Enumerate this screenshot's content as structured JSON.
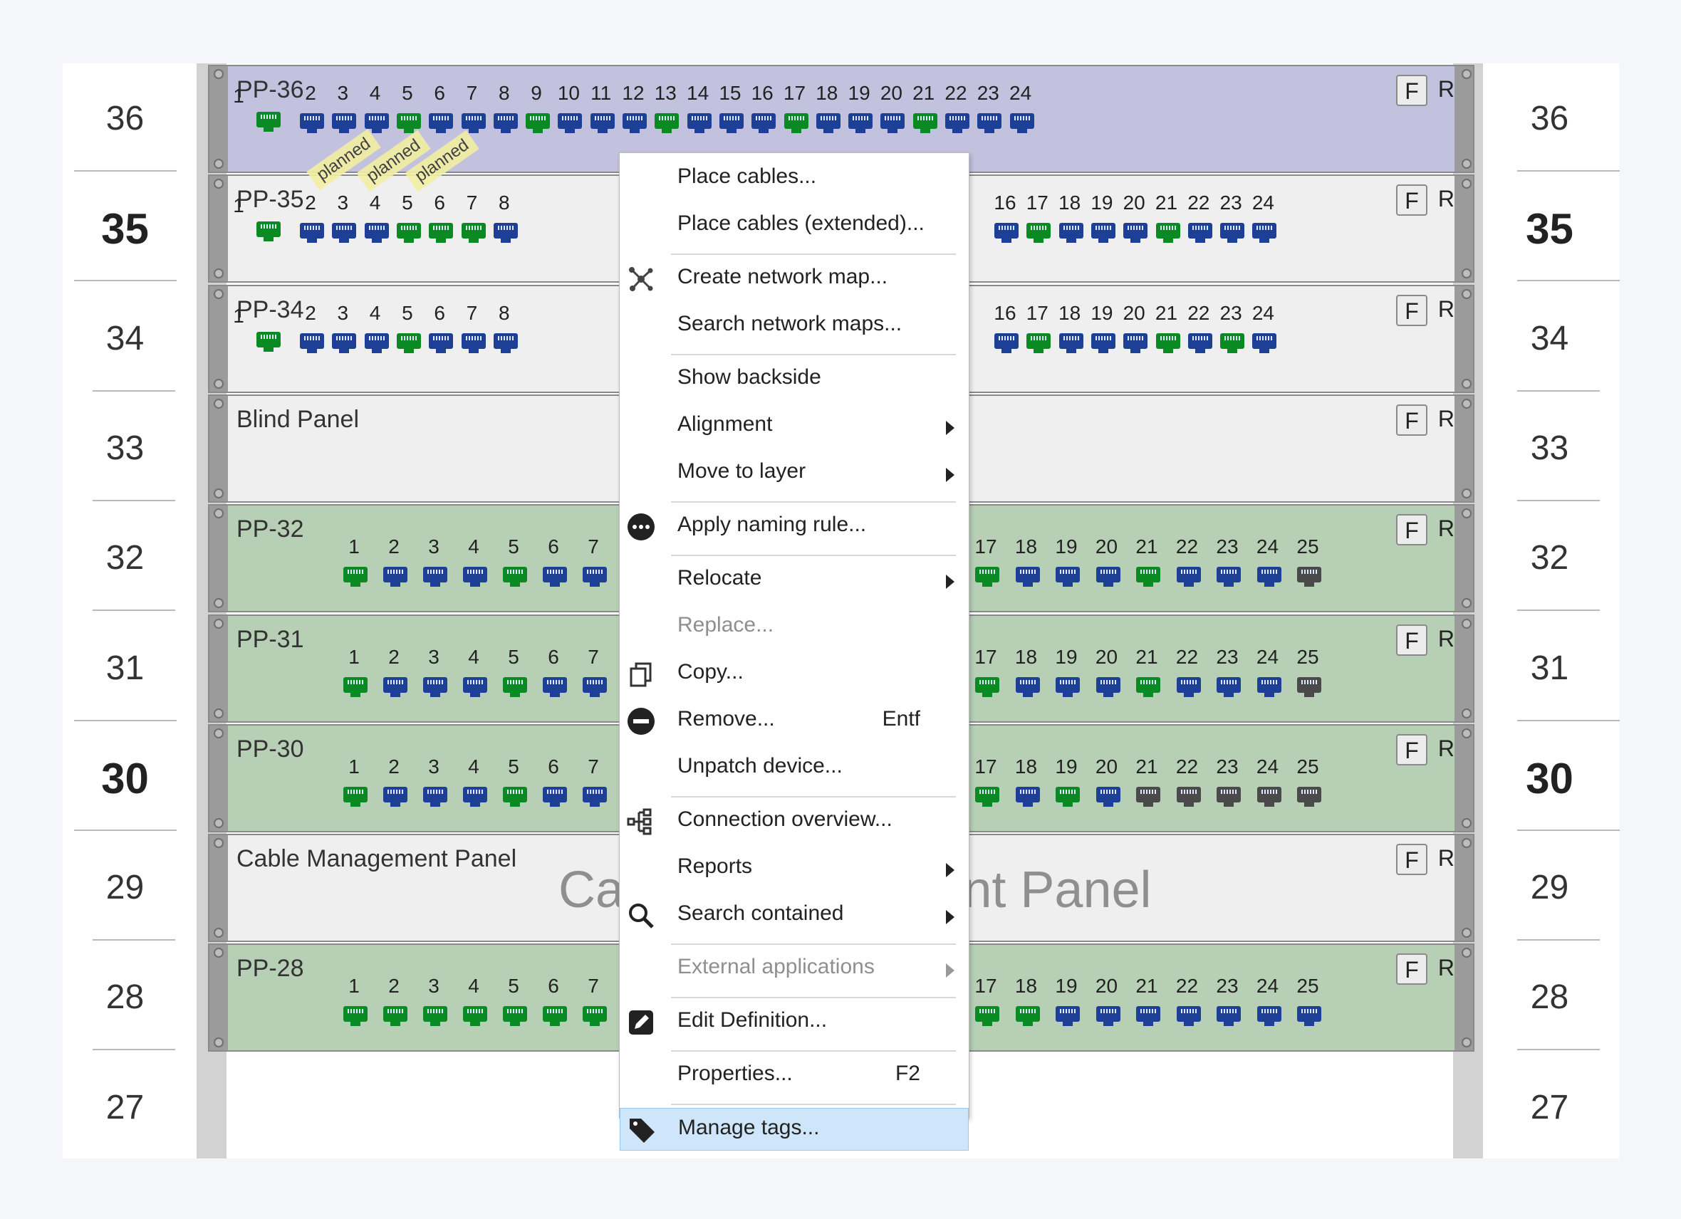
{
  "rack": {
    "units_left": [
      {
        "label": "36",
        "bold": false
      },
      {
        "label": "35",
        "bold": true
      },
      {
        "label": "34",
        "bold": false
      },
      {
        "label": "33",
        "bold": false
      },
      {
        "label": "32",
        "bold": false
      },
      {
        "label": "31",
        "bold": false
      },
      {
        "label": "30",
        "bold": true
      },
      {
        "label": "29",
        "bold": false
      },
      {
        "label": "28",
        "bold": false
      },
      {
        "label": "27",
        "bold": false
      }
    ],
    "devices": [
      {
        "name": "PP-36",
        "color": "purple",
        "port_prefix": "1",
        "ports": [
          [
            "2",
            "blue"
          ],
          [
            "3",
            "blue"
          ],
          [
            "4",
            "blue"
          ],
          [
            "5",
            "green"
          ],
          [
            "6",
            "blue"
          ],
          [
            "7",
            "blue"
          ],
          [
            "8",
            "blue"
          ],
          [
            "9",
            "green"
          ],
          [
            "10",
            "blue"
          ],
          [
            "11",
            "blue"
          ],
          [
            "12",
            "blue"
          ],
          [
            "13",
            "green"
          ],
          [
            "14",
            "blue"
          ],
          [
            "15",
            "blue"
          ],
          [
            "16",
            "blue"
          ],
          [
            "17",
            "green"
          ],
          [
            "18",
            "blue"
          ],
          [
            "19",
            "blue"
          ],
          [
            "20",
            "blue"
          ],
          [
            "21",
            "green"
          ],
          [
            "22",
            "blue"
          ],
          [
            "23",
            "blue"
          ],
          [
            "24",
            "blue"
          ]
        ],
        "first_jack": "green"
      },
      {
        "name": "PP-35",
        "color": "plain",
        "port_prefix": "1",
        "ports_left": [
          [
            "2",
            "blue"
          ],
          [
            "3",
            "blue"
          ],
          [
            "4",
            "blue"
          ],
          [
            "5",
            "green"
          ],
          [
            "6",
            "green"
          ],
          [
            "7",
            "green"
          ],
          [
            "8",
            "blue"
          ]
        ],
        "ports_right": [
          [
            "16",
            "blue"
          ],
          [
            "17",
            "green"
          ],
          [
            "18",
            "blue"
          ],
          [
            "19",
            "blue"
          ],
          [
            "20",
            "blue"
          ],
          [
            "21",
            "green"
          ],
          [
            "22",
            "blue"
          ],
          [
            "23",
            "blue"
          ],
          [
            "24",
            "blue"
          ]
        ],
        "first_jack": "green"
      },
      {
        "name": "PP-34",
        "color": "plain",
        "port_prefix": "1",
        "ports_left": [
          [
            "2",
            "blue"
          ],
          [
            "3",
            "blue"
          ],
          [
            "4",
            "blue"
          ],
          [
            "5",
            "green"
          ],
          [
            "6",
            "blue"
          ],
          [
            "7",
            "blue"
          ],
          [
            "8",
            "blue"
          ]
        ],
        "ports_right": [
          [
            "16",
            "blue"
          ],
          [
            "17",
            "green"
          ],
          [
            "18",
            "blue"
          ],
          [
            "19",
            "blue"
          ],
          [
            "20",
            "blue"
          ],
          [
            "21",
            "green"
          ],
          [
            "22",
            "blue"
          ],
          [
            "23",
            "green"
          ],
          [
            "24",
            "blue"
          ]
        ],
        "first_jack": "green"
      },
      {
        "name": "Blind Panel",
        "color": "plain"
      },
      {
        "name": "PP-32",
        "color": "green",
        "ports_left": [
          [
            "1",
            "green"
          ],
          [
            "2",
            "blue"
          ],
          [
            "3",
            "blue"
          ],
          [
            "4",
            "blue"
          ],
          [
            "5",
            "green"
          ],
          [
            "6",
            "blue"
          ],
          [
            "7",
            "blue"
          ]
        ],
        "ports_right": [
          [
            "17",
            "green"
          ],
          [
            "18",
            "blue"
          ],
          [
            "19",
            "blue"
          ],
          [
            "20",
            "blue"
          ],
          [
            "21",
            "green"
          ],
          [
            "22",
            "blue"
          ],
          [
            "23",
            "blue"
          ],
          [
            "24",
            "blue"
          ],
          [
            "25",
            "gray"
          ]
        ]
      },
      {
        "name": "PP-31",
        "color": "green",
        "ports_left": [
          [
            "1",
            "green"
          ],
          [
            "2",
            "blue"
          ],
          [
            "3",
            "blue"
          ],
          [
            "4",
            "blue"
          ],
          [
            "5",
            "green"
          ],
          [
            "6",
            "blue"
          ],
          [
            "7",
            "blue"
          ]
        ],
        "ports_right": [
          [
            "17",
            "green"
          ],
          [
            "18",
            "blue"
          ],
          [
            "19",
            "blue"
          ],
          [
            "20",
            "blue"
          ],
          [
            "21",
            "green"
          ],
          [
            "22",
            "blue"
          ],
          [
            "23",
            "blue"
          ],
          [
            "24",
            "blue"
          ],
          [
            "25",
            "gray"
          ]
        ]
      },
      {
        "name": "PP-30",
        "color": "green",
        "ports_left": [
          [
            "1",
            "green"
          ],
          [
            "2",
            "blue"
          ],
          [
            "3",
            "blue"
          ],
          [
            "4",
            "blue"
          ],
          [
            "5",
            "green"
          ],
          [
            "6",
            "blue"
          ],
          [
            "7",
            "blue"
          ]
        ],
        "ports_right": [
          [
            "17",
            "green"
          ],
          [
            "18",
            "blue"
          ],
          [
            "19",
            "green"
          ],
          [
            "20",
            "blue"
          ],
          [
            "21",
            "gray"
          ],
          [
            "22",
            "gray"
          ],
          [
            "23",
            "gray"
          ],
          [
            "24",
            "gray"
          ],
          [
            "25",
            "gray"
          ]
        ]
      },
      {
        "name": "Cable Management Panel",
        "color": "plain",
        "watermark": "Cable Management Panel"
      },
      {
        "name": "PP-28",
        "color": "green",
        "ports_left": [
          [
            "1",
            "green"
          ],
          [
            "2",
            "green"
          ],
          [
            "3",
            "green"
          ],
          [
            "4",
            "green"
          ],
          [
            "5",
            "green"
          ],
          [
            "6",
            "green"
          ],
          [
            "7",
            "green"
          ]
        ],
        "ports_right": [
          [
            "17",
            "green"
          ],
          [
            "18",
            "green"
          ],
          [
            "19",
            "blue"
          ],
          [
            "20",
            "blue"
          ],
          [
            "21",
            "blue"
          ],
          [
            "22",
            "blue"
          ],
          [
            "23",
            "blue"
          ],
          [
            "24",
            "blue"
          ],
          [
            "25",
            "blue"
          ]
        ]
      }
    ],
    "f_label": "F",
    "r_label": "R",
    "tags": [
      "planned",
      "planned",
      "planned"
    ]
  },
  "context_menu": {
    "items": [
      {
        "label": "Place cables...",
        "icon": "",
        "shortcut": "",
        "submenu": false,
        "disabled": false
      },
      {
        "label": "Place cables (extended)...",
        "icon": "",
        "shortcut": "",
        "submenu": false,
        "disabled": false
      },
      {
        "sep": true
      },
      {
        "label": "Create network map...",
        "icon": "network-icon",
        "shortcut": "",
        "submenu": false,
        "disabled": false
      },
      {
        "label": "Search network maps...",
        "icon": "",
        "shortcut": "",
        "submenu": false,
        "disabled": false
      },
      {
        "sep": true
      },
      {
        "label": "Show backside",
        "icon": "",
        "shortcut": "",
        "submenu": false,
        "disabled": false
      },
      {
        "label": "Alignment",
        "icon": "",
        "shortcut": "",
        "submenu": true,
        "disabled": false
      },
      {
        "label": "Move to layer",
        "icon": "",
        "shortcut": "",
        "submenu": true,
        "disabled": false
      },
      {
        "sep": true
      },
      {
        "label": "Apply naming rule...",
        "icon": "more-icon",
        "shortcut": "",
        "submenu": false,
        "disabled": false
      },
      {
        "sep": true
      },
      {
        "label": "Relocate",
        "icon": "",
        "shortcut": "",
        "submenu": true,
        "disabled": false
      },
      {
        "label": "Replace...",
        "icon": "",
        "shortcut": "",
        "submenu": false,
        "disabled": true
      },
      {
        "label": "Copy...",
        "icon": "copy-icon",
        "shortcut": "",
        "submenu": false,
        "disabled": false
      },
      {
        "label": "Remove...",
        "icon": "remove-icon",
        "shortcut": "Entf",
        "submenu": false,
        "disabled": false
      },
      {
        "label": "Unpatch device...",
        "icon": "",
        "shortcut": "",
        "submenu": false,
        "disabled": false
      },
      {
        "sep": true
      },
      {
        "label": "Connection overview...",
        "icon": "tree-icon",
        "shortcut": "",
        "submenu": false,
        "disabled": false
      },
      {
        "label": "Reports",
        "icon": "",
        "shortcut": "",
        "submenu": true,
        "disabled": false
      },
      {
        "label": "Search contained",
        "icon": "search-icon",
        "shortcut": "",
        "submenu": true,
        "disabled": false
      },
      {
        "sep": true
      },
      {
        "label": "External applications",
        "icon": "",
        "shortcut": "",
        "submenu": true,
        "disabled": true
      },
      {
        "sep": true
      },
      {
        "label": "Edit Definition...",
        "icon": "edit-icon",
        "shortcut": "",
        "submenu": false,
        "disabled": false
      },
      {
        "sep": true
      },
      {
        "label": "Properties...",
        "icon": "",
        "shortcut": "F2",
        "submenu": false,
        "disabled": false
      },
      {
        "sep": true
      },
      {
        "label": "Manage tags...",
        "icon": "tag-icon",
        "shortcut": "",
        "submenu": false,
        "disabled": false,
        "highlighted": true
      }
    ]
  }
}
